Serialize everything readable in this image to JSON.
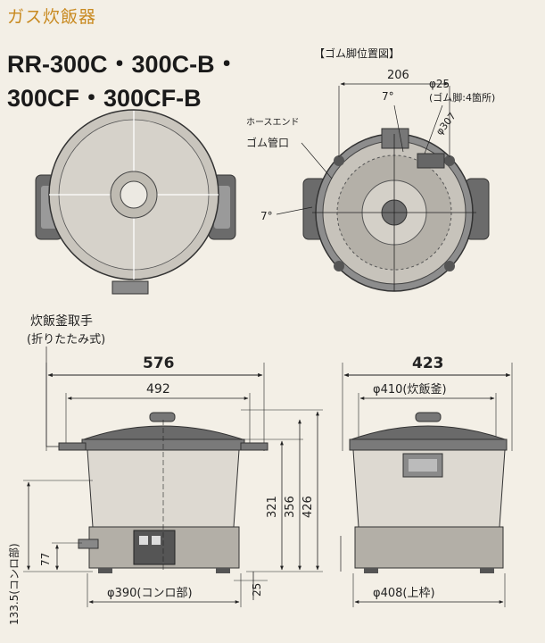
{
  "header": {
    "category": "ガス炊飯器",
    "model_line1": "RR-300C・300C-B・",
    "model_line2": "300CF・300CF-B"
  },
  "labels": {
    "foot_position_title": "【ゴム脚位置図】",
    "dim_206": "206",
    "phi25": "φ25",
    "rubber_foot": "(ゴム脚:4箇所)",
    "angle_7_top": "7°",
    "angle_7_left": "7°",
    "phi307": "φ307",
    "hose_end": "ホースエンド",
    "rubber_pipe": "ゴム管口",
    "handle_name": "炊飯釜取手",
    "handle_type": "(折りたたみ式)",
    "dim_576": "576",
    "dim_492": "492",
    "dim_423": "423",
    "phi410": "φ410(炊飯釜)",
    "dim_321": "321",
    "dim_356": "356",
    "dim_426": "426",
    "dim_1335": "133.5(コンロ部)",
    "dim_77": "77",
    "dim_25": "25",
    "phi390": "φ390(コンロ部)",
    "phi408": "φ408(上枠)"
  }
}
